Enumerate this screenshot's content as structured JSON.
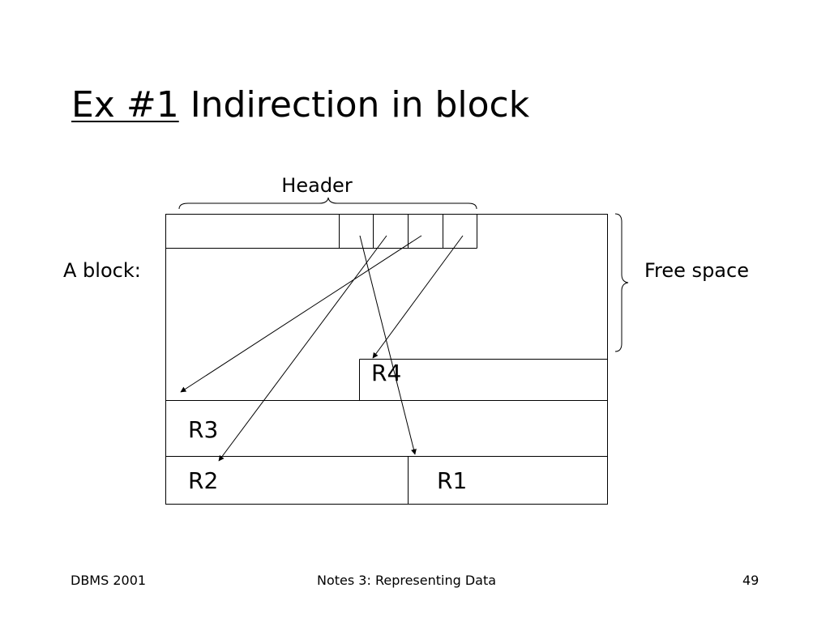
{
  "slide": {
    "title_prefix": "Ex #1",
    "title_rest": "Indirection in block",
    "footer": {
      "left": "DBMS 2001",
      "center": "Notes 3: Representing Data",
      "page_number": "49"
    }
  },
  "diagram": {
    "header_label": "Header",
    "block_label": "A block:",
    "free_space_label": "Free space",
    "records": {
      "r1": "R1",
      "r2": "R2",
      "r3": "R3",
      "r4": "R4"
    }
  }
}
